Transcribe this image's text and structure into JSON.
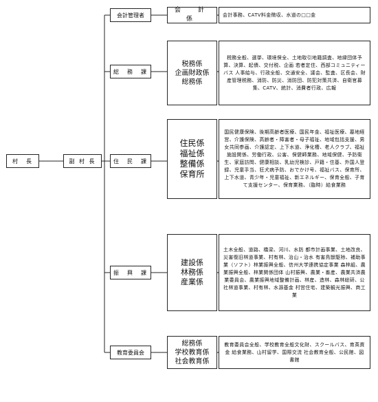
{
  "mayor": "村　長",
  "deputy_mayor": "副 村 長",
  "departments": [
    {
      "name": "会計管理者",
      "sections": "会　計　係",
      "duties": "会計事務、CATV料金徴収、水道の□□金"
    },
    {
      "name": "総　務　課",
      "sections": "税務係\n企画財政係\n総務係",
      "duties": "税務全般、選挙、環境保全、土地取引地籍調査、地縁団体予算、決算、起債、交付税、企画 若者定住、西部コミュニティーバス 人事給与、行政全般、交通安全、議会、監査、区長会、財産管理税務、消防、防災、消防団、防犯対策共済、自衛官募集、CATV、統計、消費者行政、広報"
    },
    {
      "name": "住　民　課",
      "sections": "住民係\n福祉係\n整備係\n保育所",
      "duties": "国民健康保険、後期高齢者医療、国民年金、福祉医療、墓地経営、介護保険、高齢者・障害者・母子福祉、地域包括支援、男女共同参画、介護認定、上下水道、浄化槽、老人クラブ、福祉施設関係、労働行政、公害、保健師業務、地域保健、予防衛生、家庭訪問、健康相談、乳幼児検診、戸籍・住基、外国人登録、児童手当、狂犬病予防、おでかけ号、福祉バス、保育所、上下水道、青少年・児童福祉、新エネルギー、保育全般、子育て支援センター、保育業務、（臨時）給食業務"
    },
    {
      "name": "振　興　課",
      "sections": "建設係\n林務係\n産業係",
      "duties": "土木全般、道路、橋梁、河川、水防 都市計画事業、土地改良、災害復旧林道事業、村有林、治山・治水 有害鳥獣駆除、補助事業（ソフト）林業振興全般、信州大学連携協定事業 森林組、農業振興全般、林業関係団体 山村振興、農業・畜産、農業共済農業委員会、農業振興地域整備計画、林産、造林、森林総研、公社林道事業、村有林、水源基金 村営住宅、建築観光振興、商工業"
    },
    {
      "name": "教育委員会",
      "sections": "総務係\n学校教育係\n社会教育係",
      "duties": "教育委員会全般、学校教育全般文化財、スクールバス、育英資金 給食業務、山村留学、国際交流 社会教育全般、公民館、図書館"
    }
  ]
}
